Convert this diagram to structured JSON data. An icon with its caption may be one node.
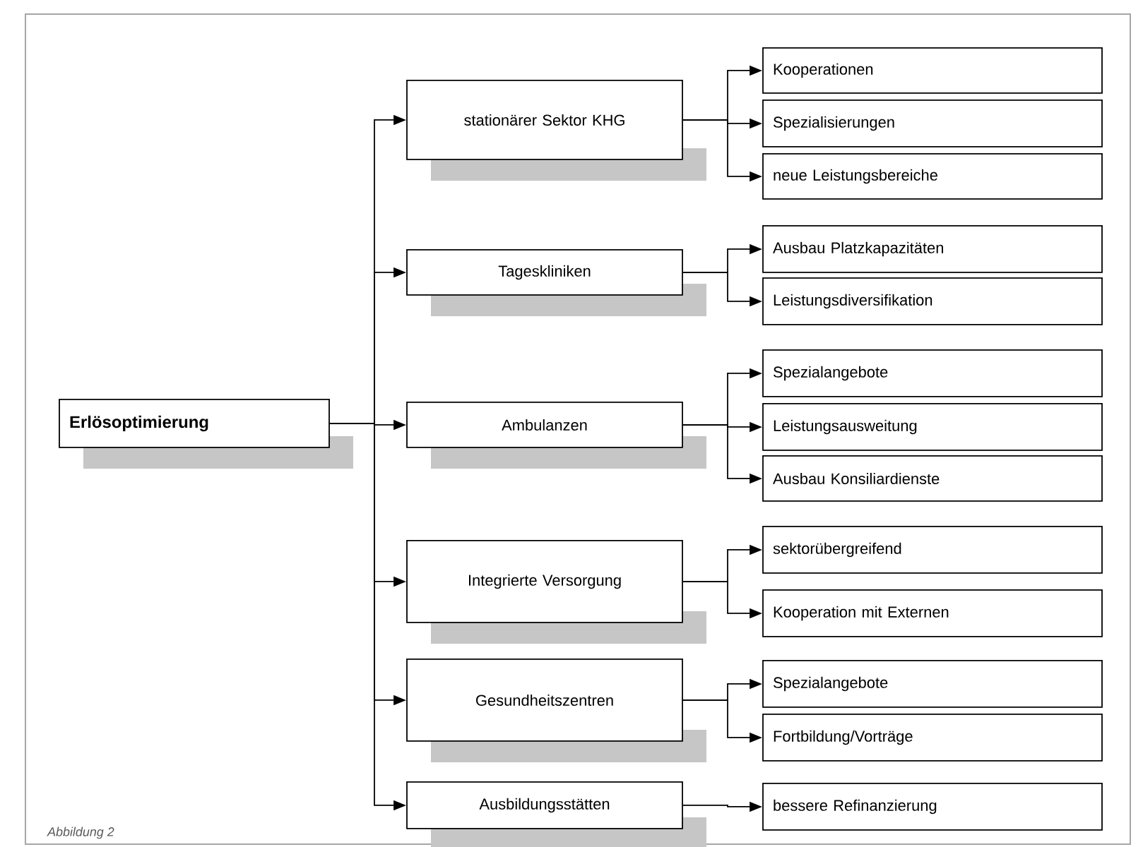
{
  "diagram": {
    "nodes": [
      {
        "text": [
          "Erlösoptimierung"
        ]
      },
      {
        "text": [
          "stationärer Sektor KHG"
        ]
      },
      {
        "text": [
          "Tageskliniken"
        ]
      },
      {
        "text": [
          "Ambulanzen"
        ]
      },
      {
        "text": [
          "Integrierte Versorgung"
        ]
      },
      {
        "text": [
          "Gesundheitszentren"
        ]
      },
      {
        "text": [
          "Ausbildungsstätten"
        ]
      },
      {
        "text": [
          "Kooperationen"
        ]
      },
      {
        "text": [
          "Spezialisierungen"
        ]
      },
      {
        "text": [
          "neue Leistungsbereiche"
        ]
      },
      {
        "text": [
          "Ausbau Platzkapazitäten"
        ]
      },
      {
        "text": [
          "Leistungsdiversifikation"
        ]
      },
      {
        "text": [
          "Spezialangebote"
        ]
      },
      {
        "text": [
          "Leistungsausweitung"
        ]
      },
      {
        "text": [
          "Ausbau Konsiliardienste"
        ]
      },
      {
        "text": [
          "sektorübergreifend"
        ]
      },
      {
        "text": [
          "Kooperation mit Externen"
        ]
      },
      {
        "text": [
          "Spezialangebote"
        ]
      },
      {
        "text": [
          "Fortbildung/Vorträge"
        ]
      },
      {
        "text": [
          "bessere Refinanzierung"
        ]
      }
    ],
    "edges": [
      {
        "from": 0,
        "to": 1,
        "arrow": "to"
      },
      {
        "from": 0,
        "to": 2,
        "arrow": "to"
      },
      {
        "from": 0,
        "to": 3,
        "arrow": "to"
      },
      {
        "from": 0,
        "to": 4,
        "arrow": "to"
      },
      {
        "from": 0,
        "to": 5,
        "arrow": "to"
      },
      {
        "from": 0,
        "to": 6,
        "arrow": "to"
      },
      {
        "from": 1,
        "to": 7,
        "arrow": "to"
      },
      {
        "from": 1,
        "to": 8,
        "arrow": "to"
      },
      {
        "from": 1,
        "to": 9,
        "arrow": "to"
      },
      {
        "from": 2,
        "to": 10,
        "arrow": "to"
      },
      {
        "from": 2,
        "to": 11,
        "arrow": "to"
      },
      {
        "from": 3,
        "to": 12,
        "arrow": "to"
      },
      {
        "from": 3,
        "to": 13,
        "arrow": "to"
      },
      {
        "from": 3,
        "to": 14,
        "arrow": "to"
      },
      {
        "from": 4,
        "to": 15,
        "arrow": "to"
      },
      {
        "from": 4,
        "to": 16,
        "arrow": "to"
      },
      {
        "from": 5,
        "to": 17,
        "arrow": "to"
      },
      {
        "from": 5,
        "to": 18,
        "arrow": "to"
      },
      {
        "from": 6,
        "to": 19,
        "arrow": "to"
      }
    ],
    "labels": [
      "Abbildung 2"
    ]
  }
}
